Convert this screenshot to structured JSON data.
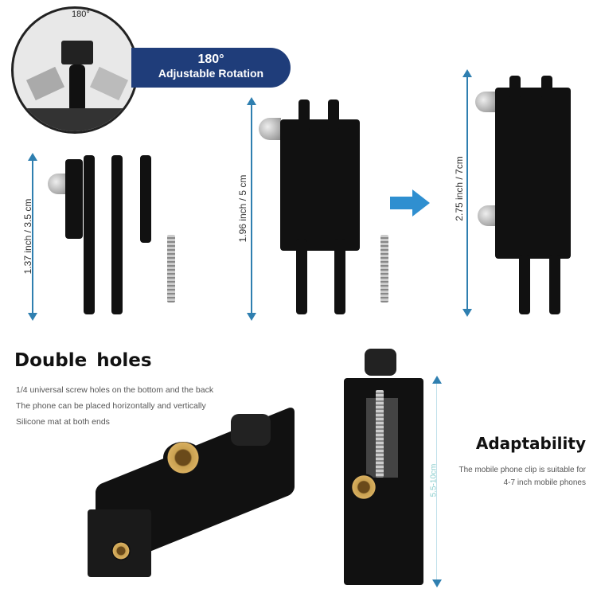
{
  "rotation": {
    "inset_label": "180°",
    "banner_degree": "180°",
    "banner_text": "Adjustable Rotation",
    "banner_color": "#1f3d7a"
  },
  "dimensions": {
    "short": "1.37 inch / 3.5 cm",
    "medium": "1.96 inch / 5 cm",
    "long": "2.75 inch / 7cm",
    "clip_range": "5.5-10cm"
  },
  "double_holes": {
    "title": "Double holes",
    "lines": [
      "1/4 universal screw holes on the bottom and the back",
      "The phone can be placed horizontally and vertically",
      "Silicone mat at both ends"
    ]
  },
  "adaptability": {
    "title": "Adaptability",
    "lines": [
      "The mobile phone clip is suitable for",
      "4-7 inch mobile phones"
    ]
  },
  "accent_color": "#2f7fb0"
}
